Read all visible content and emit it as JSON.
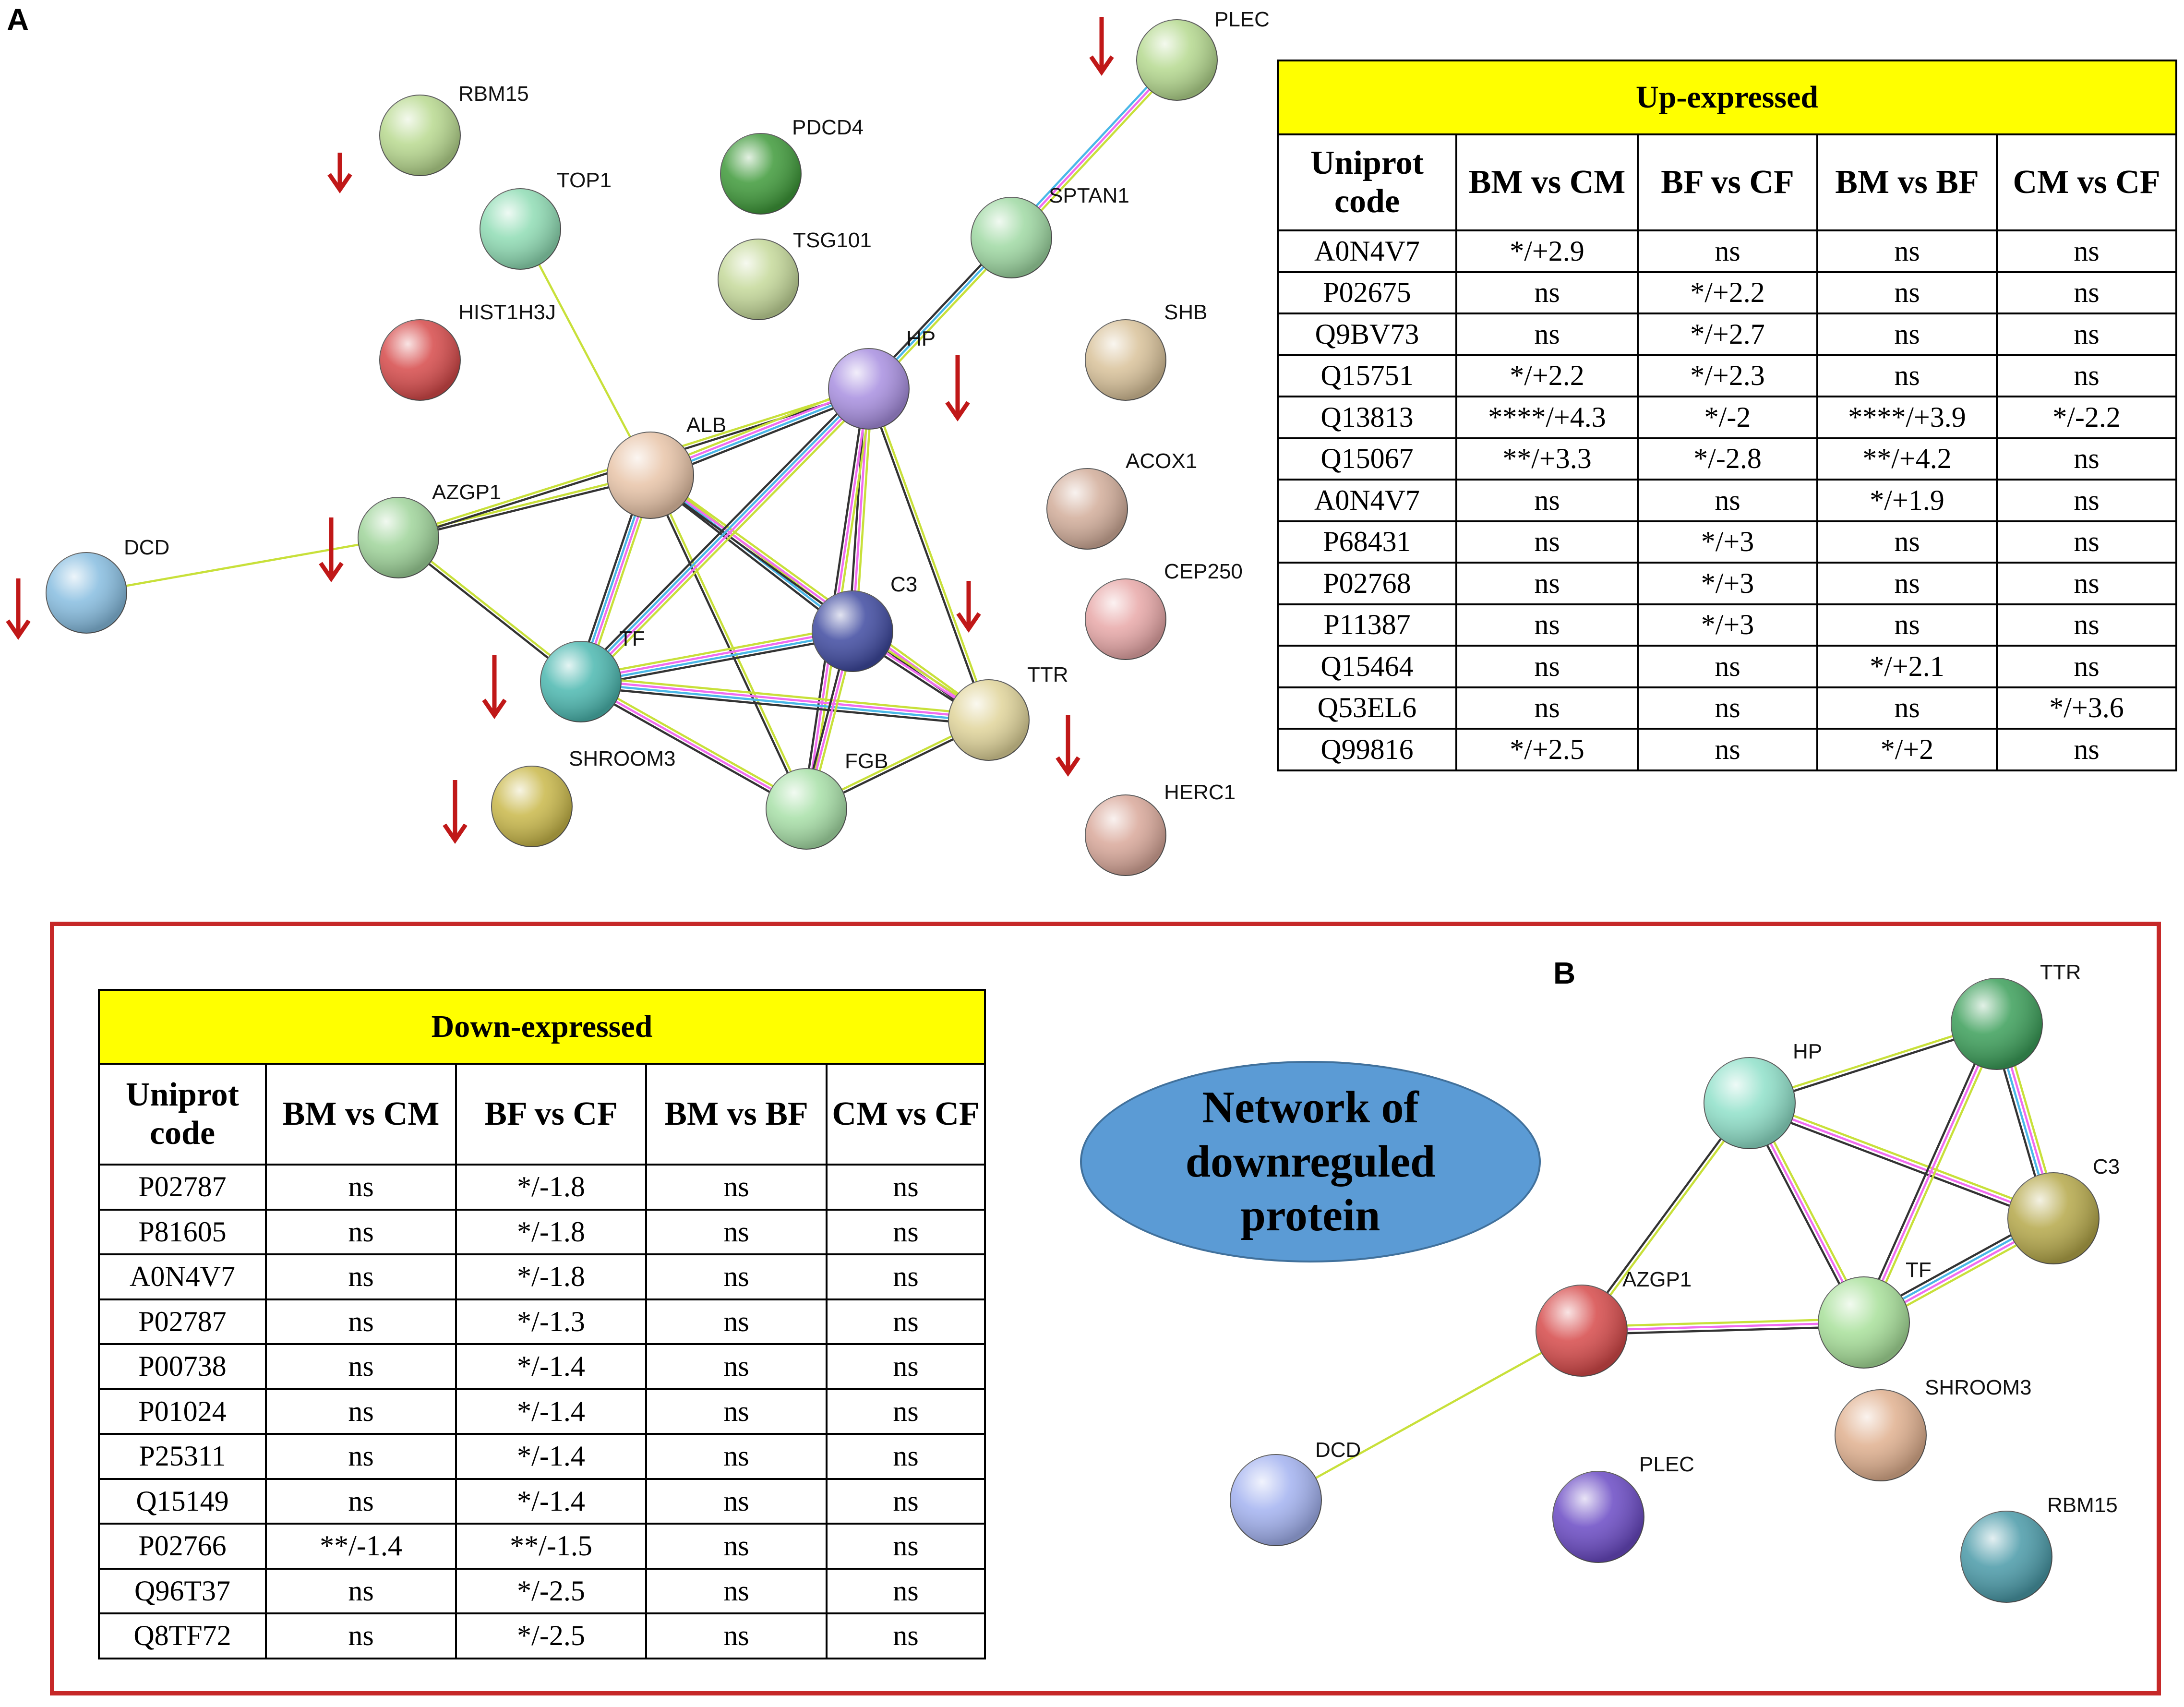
{
  "panels": {
    "a": "A",
    "b": "B"
  },
  "network_a": {
    "nodes": {
      "PLEC": "PLEC",
      "RBM15": "RBM15",
      "PDCD4": "PDCD4",
      "TOP1": "TOP1",
      "TSG101": "TSG101",
      "SPTAN1": "SPTAN1",
      "HIST1H3J": "HIST1H3J",
      "HP": "HP",
      "SHB": "SHB",
      "ALB": "ALB",
      "AZGP1": "AZGP1",
      "ACOX1": "ACOX1",
      "DCD": "DCD",
      "C3": "C3",
      "CEP250": "CEP250",
      "TF": "TF",
      "TTR": "TTR",
      "SHROOM3": "SHROOM3",
      "FGB": "FGB",
      "HERC1": "HERC1"
    }
  },
  "network_b": {
    "nodes": {
      "TTR": "TTR",
      "HP": "HP",
      "C3": "C3",
      "AZGP1": "AZGP1",
      "TF": "TF",
      "SHROOM3": "SHROOM3",
      "DCD": "DCD",
      "PLEC": "PLEC",
      "RBM15": "RBM15"
    },
    "ellipse_label": "Network of\ndownreguled\nprotein"
  },
  "colors": {
    "arrow": "#c01818",
    "banner": "#ffff00",
    "box_border": "#c62828",
    "ellipse": "#5b9bd5"
  },
  "up_table": {
    "title": "Up-expressed",
    "headers": [
      "Uniprot code",
      "BM vs CM",
      "BF vs CF",
      "BM vs BF",
      "CM vs CF"
    ],
    "rows": [
      [
        "A0N4V7",
        "*/+2.9",
        "ns",
        "ns",
        "ns"
      ],
      [
        "P02675",
        "ns",
        "*/+2.2",
        "ns",
        "ns"
      ],
      [
        "Q9BV73",
        "ns",
        "*/+2.7",
        "ns",
        "ns"
      ],
      [
        "Q15751",
        "*/+2.2",
        "*/+2.3",
        "ns",
        "ns"
      ],
      [
        "Q13813",
        "****/+4.3",
        "*/-2",
        "****/+3.9",
        "*/-2.2"
      ],
      [
        "Q15067",
        "**/+3.3",
        "*/-2.8",
        "**/+4.2",
        "ns"
      ],
      [
        "A0N4V7",
        "ns",
        "ns",
        "*/+1.9",
        "ns"
      ],
      [
        "P68431",
        "ns",
        "*/+3",
        "ns",
        "ns"
      ],
      [
        "P02768",
        "ns",
        "*/+3",
        "ns",
        "ns"
      ],
      [
        "P11387",
        "ns",
        "*/+3",
        "ns",
        "ns"
      ],
      [
        "Q15464",
        "ns",
        "ns",
        "*/+2.1",
        "ns"
      ],
      [
        "Q53EL6",
        "ns",
        "ns",
        "ns",
        "*/+3.6"
      ],
      [
        "Q99816",
        "*/+2.5",
        "ns",
        "*/+2",
        "ns"
      ]
    ]
  },
  "down_table": {
    "title": "Down-expressed",
    "headers": [
      "Uniprot code",
      "BM vs CM",
      "BF vs CF",
      "BM vs BF",
      "CM vs CF"
    ],
    "rows": [
      [
        "P02787",
        "ns",
        "*/-1.8",
        "ns",
        "ns"
      ],
      [
        "P81605",
        "ns",
        "*/-1.8",
        "ns",
        "ns"
      ],
      [
        "A0N4V7",
        "ns",
        "*/-1.8",
        "ns",
        "ns"
      ],
      [
        "P02787",
        "ns",
        "*/-1.3",
        "ns",
        "ns"
      ],
      [
        "P00738",
        "ns",
        "*/-1.4",
        "ns",
        "ns"
      ],
      [
        "P01024",
        "ns",
        "*/-1.4",
        "ns",
        "ns"
      ],
      [
        "P25311",
        "ns",
        "*/-1.4",
        "ns",
        "ns"
      ],
      [
        "Q15149",
        "ns",
        "*/-1.4",
        "ns",
        "ns"
      ],
      [
        "P02766",
        "**/-1.4",
        "**/-1.5",
        "ns",
        "ns"
      ],
      [
        "Q96T37",
        "ns",
        "*/-2.5",
        "ns",
        "ns"
      ],
      [
        "Q8TF72",
        "ns",
        "*/-2.5",
        "ns",
        "ns"
      ]
    ]
  }
}
